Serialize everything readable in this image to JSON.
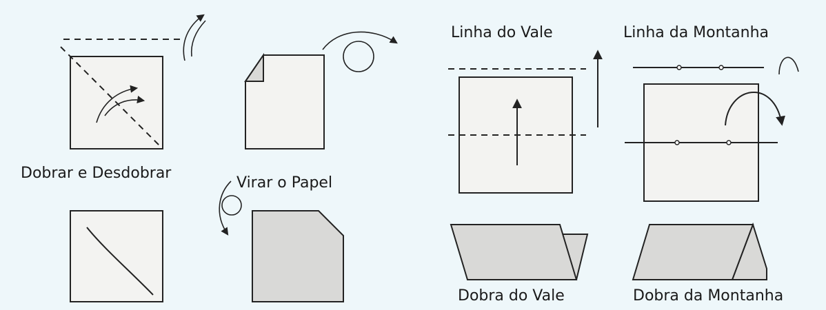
{
  "labels": {
    "fold_unfold": "Dobrar e Desdobrar",
    "turn_paper": "Virar o Papel",
    "valley_line": "Linha do Vale",
    "mountain_line": "Linha da Montanha",
    "valley_fold": "Dobra do Vale",
    "mountain_fold": "Dobra da Montanha"
  },
  "colors": {
    "background": "#eef7fa",
    "paper": "#f3f3f1",
    "paper_gray": "#d9d9d7",
    "ink": "#222222"
  }
}
